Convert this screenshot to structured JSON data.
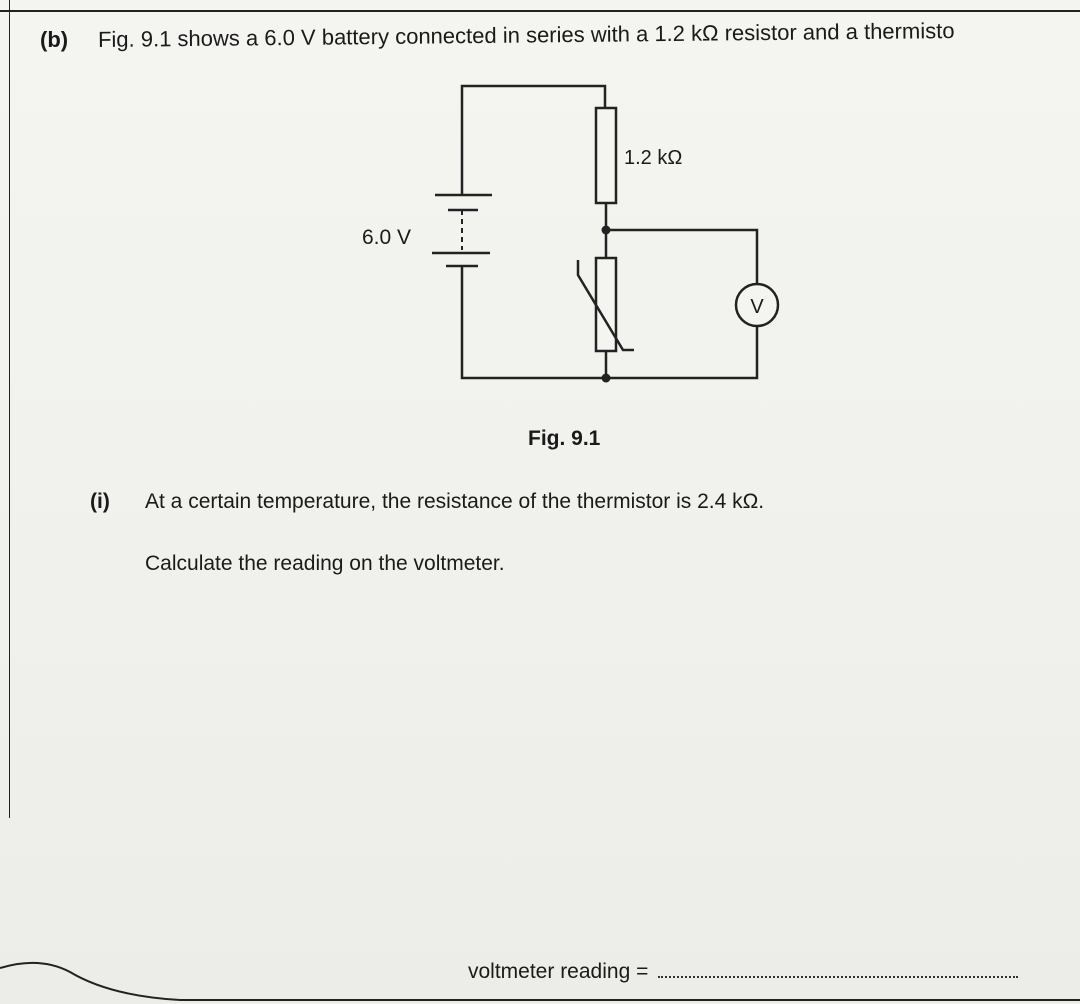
{
  "question": {
    "part_label": "(b)",
    "intro": "Fig. 9.1 shows a 6.0 V battery connected in series with a 1.2 kΩ resistor and a thermisto",
    "figure": {
      "battery_label": "6.0 V",
      "resistor_label": "1.2 kΩ",
      "voltmeter_symbol": "V",
      "caption": "Fig. 9.1"
    },
    "subpart": {
      "label": "(i)",
      "text": "At a certain temperature, the resistance of the thermistor is 2.4 kΩ.",
      "instruction": "Calculate the reading on the voltmeter.",
      "answer_label": "voltmeter reading ="
    }
  }
}
